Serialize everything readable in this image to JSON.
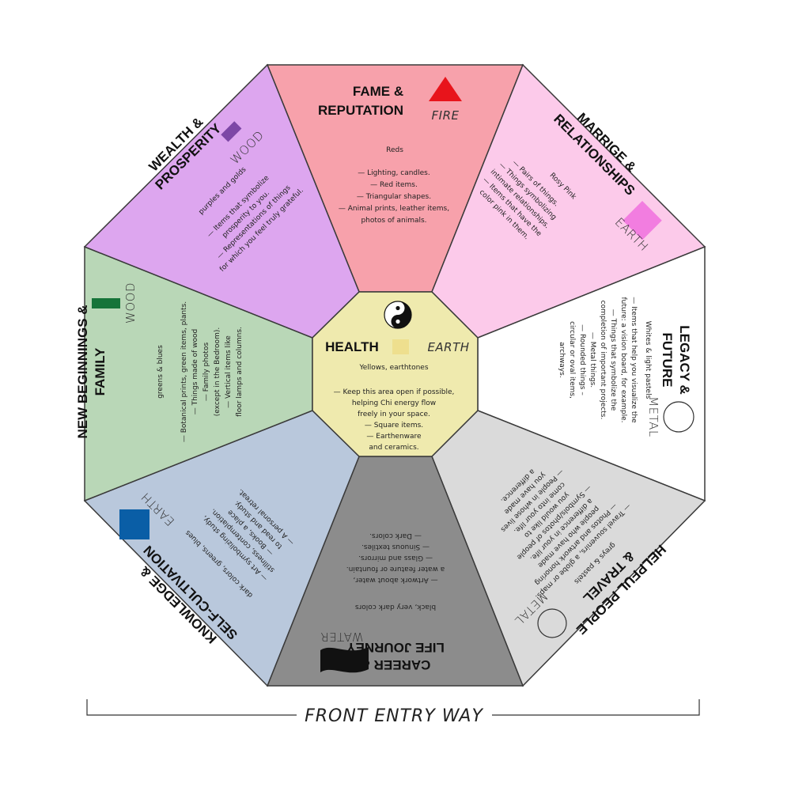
{
  "colors": {
    "fame": "#f7a1ab",
    "marriage": "#fccaea",
    "legacy": "#ffffff",
    "helpful": "#dadada",
    "career": "#8c8c8c",
    "knowledge": "#b9c8dc",
    "family": "#b9d7b7",
    "wealth": "#dda6ef",
    "center": "#efeaae",
    "outline": "#3a3a3a",
    "fire_icon": "#e8141b",
    "wealth_icon": "#7d47a6",
    "marriage_icon": "#f27de0",
    "family_icon": "#167439",
    "knowledge_icon": "#0a5ea6",
    "health_icon": "#eedf8e"
  },
  "sections": {
    "fame": {
      "title": [
        "FAME &",
        "REPUTATION"
      ],
      "element": "FIRE",
      "icon": "triangle-icon",
      "color_text": "Reds",
      "items": [
        "— Lighting, candles.",
        "— Red items.",
        "— Triangular shapes.",
        "— Animal prints, leather items,",
        "photos of animals."
      ]
    },
    "marriage": {
      "title": [
        "MARRIGE &",
        "RELATIONSHIPS"
      ],
      "element": "EARTH",
      "icon": "square-icon",
      "color_text": "Rosy Pink",
      "items": [
        "— Pairs of things.",
        "— Things symbolizing",
        "intimate relationships.",
        "— Items that have the",
        "color pink in them."
      ]
    },
    "legacy": {
      "title": [
        "LEGACY &",
        "FUTURE"
      ],
      "element": "METAL",
      "icon": "circle-icon",
      "color_text": "Whites & light pastels",
      "items": [
        "— Items that help you visualize the",
        "future: a vision board, for example.",
        "— Things that symbolize the",
        "completion of important projects.",
        "— Metal things.",
        "— Rounded things –",
        "circular or oval items,",
        "archways."
      ]
    },
    "helpful": {
      "title": [
        "HELPFUL PEOPLE",
        "& TRAVEL"
      ],
      "element": "METAL",
      "icon": "circle-icon",
      "color_text": "greys & pastels",
      "items": [
        "— Travel souvenirs, a globe or maps.",
        "— Photos and artwork honoring",
        "people who have made",
        "a difference in your life.",
        "— Symbols/photos of people",
        "you would like to",
        "come into your life.",
        "— People in whose lives",
        "you have made",
        "a difference."
      ]
    },
    "career": {
      "title": [
        "CAREER &",
        "LIFE JOURNEY"
      ],
      "element": "WATER",
      "icon": "wave-icon",
      "color_text": "black, very dark colors",
      "items": [
        "— Artwork about water,",
        "a water feature or fountain.",
        "— Glass and mirrors.",
        "— Sinuous textiles.",
        "— Dark colors."
      ]
    },
    "knowledge": {
      "title": [
        "KNOWLEDGE &",
        "SELF-CULTIVATION"
      ],
      "element": "EARTH",
      "icon": "square-icon",
      "color_text": "dark colors, greens, blues",
      "items": [
        "— Art symbolizing study,",
        "stillness, contemplation.",
        "— Books, a place",
        "to read and study.",
        "— A personal retreat."
      ]
    },
    "family": {
      "title": [
        "NEW BEGINNINGS &",
        "FAMILY"
      ],
      "element": "WOOD",
      "icon": "rectangle-icon",
      "color_text": "greens & blues",
      "items": [
        "— Botanical prints, green items, plants.",
        "— Things made of wood",
        "— Family photos",
        "(except in the Bedroom).",
        "— Vertical items like",
        "floor lamps and columns."
      ]
    },
    "wealth": {
      "title": [
        "WEALTH &",
        "PROSPERITY"
      ],
      "element": "WOOD",
      "icon": "rectangle-icon",
      "color_text": "purples and golds",
      "items": [
        "— Items that symbolize",
        "prosperity to you.",
        "— Representations of things",
        "for which you feel truly grateful."
      ]
    },
    "center": {
      "title": "HEALTH",
      "element": "EARTH",
      "icon": "yin-yang-icon",
      "color_text": "Yellows, earthtones",
      "items": [
        "— Keep this area open if possible,",
        "helping Chi energy flow",
        "freely in your space.",
        "— Square items.",
        "— Earthenware",
        "and ceramics."
      ]
    }
  },
  "footer": {
    "label": "FRONT ENTRY WAY"
  }
}
